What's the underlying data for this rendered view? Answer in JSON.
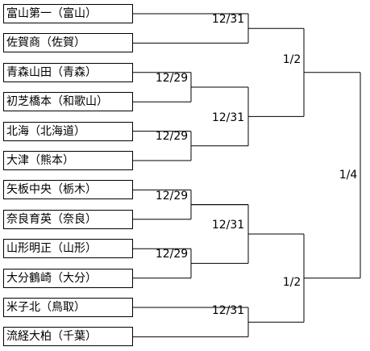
{
  "teams": [
    "富山第一（富山）",
    "佐賀商（佐賀）",
    "青森山田（青森）",
    "初芝橋本（和歌山）",
    "北海（北海道）",
    "大津（熊本）",
    "矢板中央（栃木）",
    "奈良育英（奈良）",
    "山形明正（山形）",
    "大分鶴崎（大分）",
    "米子北（鳥取）",
    "流経大柏（千葉）"
  ],
  "round1_dates": [
    "12/29",
    "12/29",
    "12/29",
    "12/29"
  ],
  "round2_dates": [
    "12/31",
    "12/31",
    "12/31",
    "12/31"
  ],
  "semifinal_dates": [
    "1/2",
    "1/2"
  ],
  "final_date": "1/4"
}
